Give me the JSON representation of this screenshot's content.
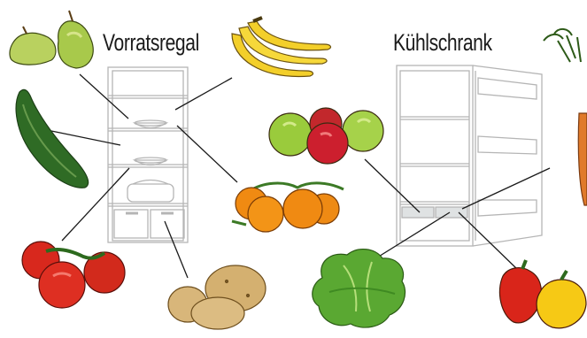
{
  "labels": {
    "shelf": "Vorratsregal",
    "fridge": "Kühlschrank"
  },
  "items": [
    {
      "name": "pear-icon",
      "group": "shelf"
    },
    {
      "name": "banana-icon",
      "group": "shelf"
    },
    {
      "name": "cucumber-icon",
      "group": "shelf"
    },
    {
      "name": "orange-icon",
      "group": "shelf"
    },
    {
      "name": "tomato-icon",
      "group": "shelf"
    },
    {
      "name": "potato-icon",
      "group": "shelf"
    },
    {
      "name": "apple-icon",
      "group": "fridge"
    },
    {
      "name": "lettuce-icon",
      "group": "fridge"
    },
    {
      "name": "pepper-icon",
      "group": "fridge"
    },
    {
      "name": "carrot-icon",
      "group": "fridge"
    }
  ],
  "colors": {
    "line": "#1a1a1a",
    "sketch": "#b5b5b5",
    "pear": "#a8c94b",
    "banana": "#f3cf2a",
    "cucumber": "#2f6b25",
    "orange": "#f08a12",
    "tomato": "#d8281d",
    "potato": "#d8b67a",
    "apple_green": "#9acb3c",
    "apple_red": "#cc1f2e",
    "lettuce": "#5aa832",
    "pepper_red": "#d9251a",
    "pepper_yellow": "#f6c915",
    "carrot": "#e07a2a"
  }
}
